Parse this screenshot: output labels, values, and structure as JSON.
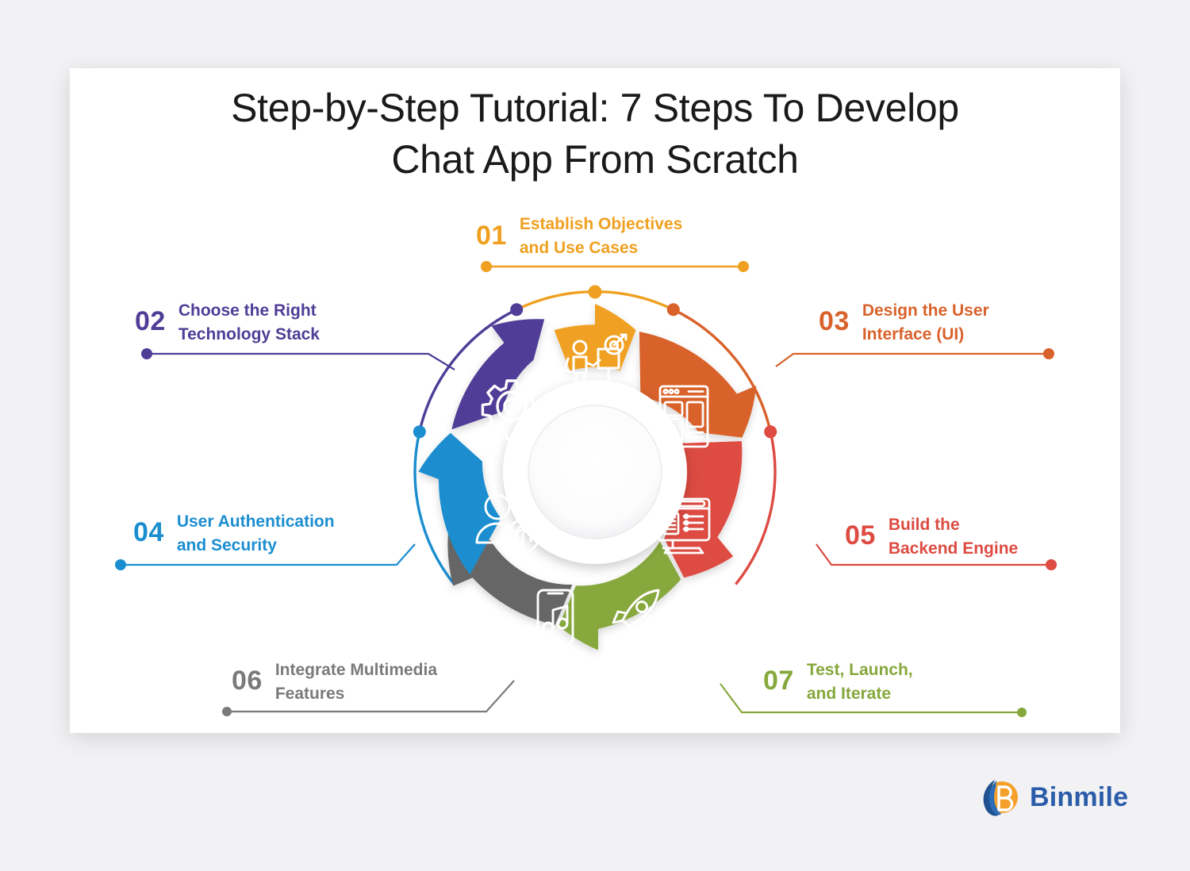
{
  "title": {
    "line1": "Step-by-Step Tutorial: 7 Steps To Develop",
    "line2": "Chat App From Scratch"
  },
  "colors": {
    "step01": "#f0a020",
    "step02": "#4f3d97",
    "step03": "#d9622b",
    "step04": "#1b8ed0",
    "step05": "#dd4b42",
    "step06": "#666666",
    "step07": "#86a83c",
    "brand_blue": "#2a5caa",
    "brand_orange": "#f4a02a",
    "card_background": "#ffffff",
    "page_background": "#f2f2f4",
    "title_text": "#1a1a1a"
  },
  "steps": [
    {
      "number": "01",
      "label_line1": "Establish Objectives",
      "label_line2": "and Use Cases",
      "color": "#f0a020",
      "icon": "target-presentation-icon"
    },
    {
      "number": "02",
      "label_line1": "Choose the Right",
      "label_line2": "Technology Stack",
      "color": "#4f3d97",
      "icon": "gear-icon"
    },
    {
      "number": "03",
      "label_line1": "Design the User",
      "label_line2": "Interface (UI)",
      "color": "#d9622b",
      "icon": "wireframe-layout-icon"
    },
    {
      "number": "04",
      "label_line1": "User Authentication",
      "label_line2": "and Security",
      "color": "#1b8ed0",
      "icon": "user-fingerprint-icon"
    },
    {
      "number": "05",
      "label_line1": "Build the",
      "label_line2": "Backend Engine",
      "color": "#dd4b42",
      "icon": "server-monitor-icon"
    },
    {
      "number": "06",
      "label_line1": "Integrate Multimedia",
      "label_line2": "Features",
      "color": "#666666",
      "icon": "phone-music-icon"
    },
    {
      "number": "07",
      "label_line1": "Test, Launch,",
      "label_line2": "and Iterate",
      "color": "#86a83c",
      "icon": "rocket-icon"
    }
  ],
  "logo": {
    "name": "Binmile",
    "mark": "binmile-logo-mark"
  }
}
